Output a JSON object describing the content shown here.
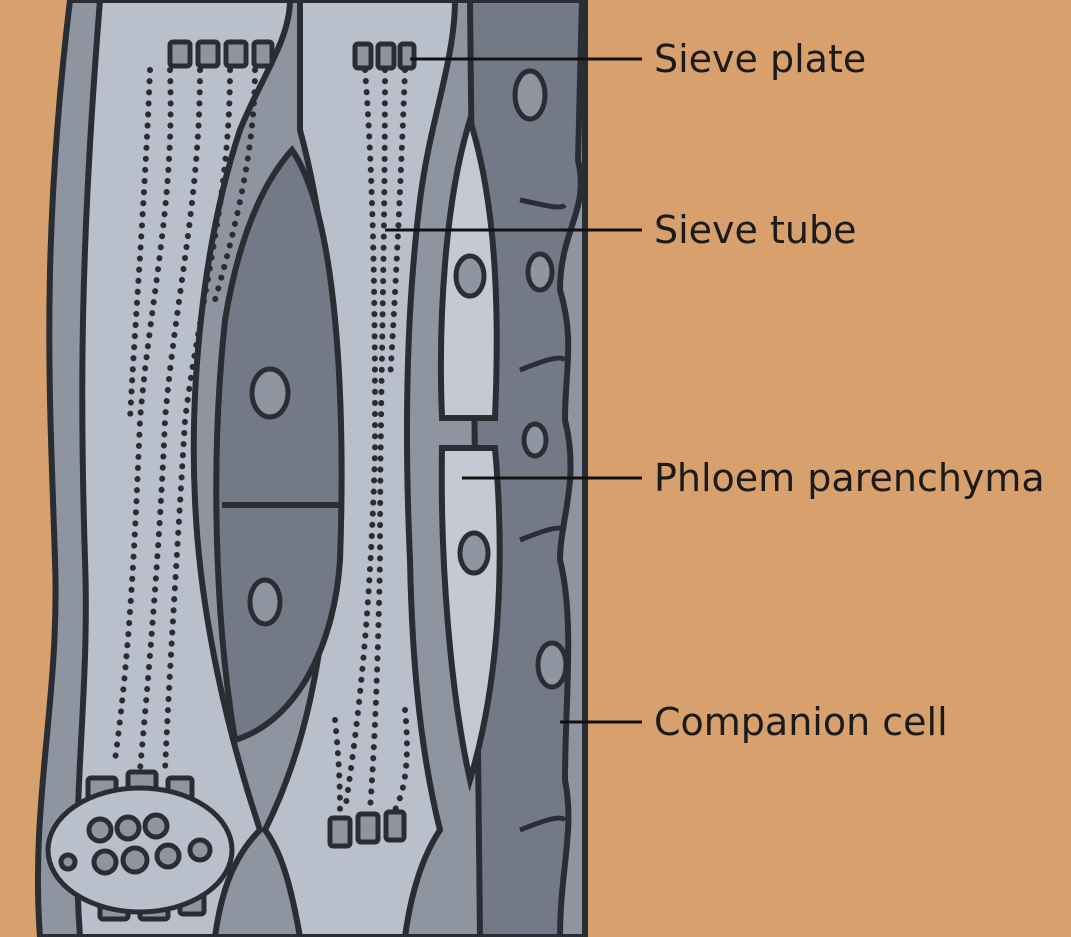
{
  "background_color": "#d7a06c",
  "colors": {
    "outline": "#2a2d33",
    "lumen": "#b9bfcb",
    "wall": "#8f95a0",
    "dark_cell": "#737986",
    "parenchyma_fill": "#c4c9d3"
  },
  "labels": {
    "sieve_plate": "Sieve plate",
    "sieve_tube": "Sieve tube",
    "phloem_parenchyma": "Phloem parenchyma",
    "companion_cell": "Companion cell"
  }
}
